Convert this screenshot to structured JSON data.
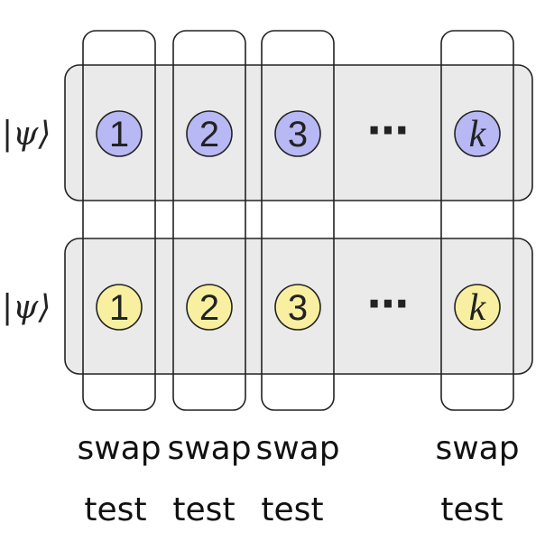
{
  "registers": [
    {
      "state_label": "|ψ⟩",
      "color": "#b8b8f4",
      "qubits": [
        "1",
        "2",
        "3",
        "k"
      ],
      "ellipsis": "⋯"
    },
    {
      "state_label": "|ψ⟩",
      "color": "#f8f0a0",
      "qubits": [
        "1",
        "2",
        "3",
        "k"
      ],
      "ellipsis": "⋯"
    }
  ],
  "swap_tests": [
    {
      "line1": "swap",
      "line2": "test"
    },
    {
      "line1": "swap",
      "line2": "test"
    },
    {
      "line1": "swap",
      "line2": "test"
    },
    {
      "line1": "swap",
      "line2": "test"
    }
  ],
  "colors": {
    "register_fill": "#eaeaea",
    "stroke": "#222222"
  }
}
